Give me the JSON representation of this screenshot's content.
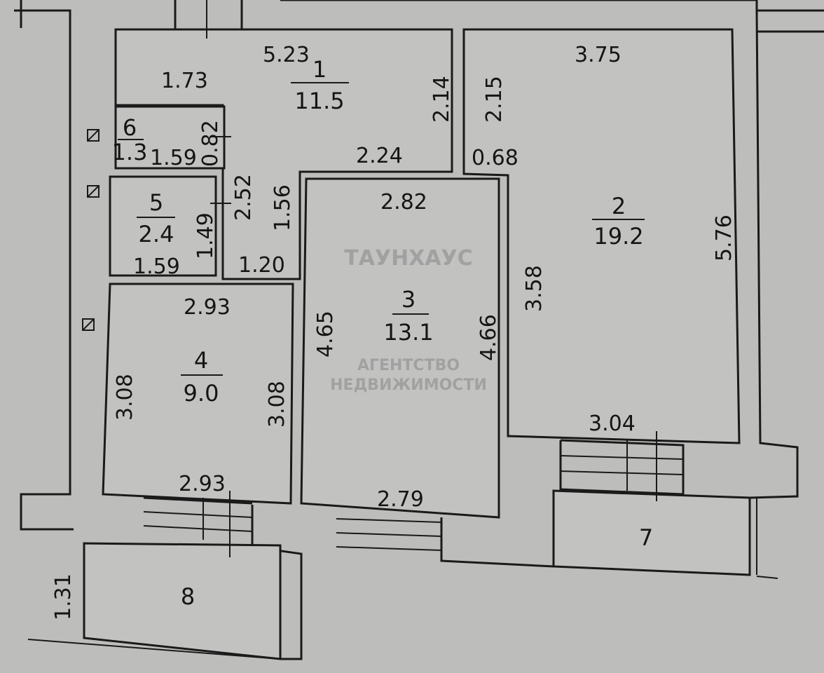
{
  "watermark": {
    "brand": "ТАУНХАУС",
    "line1": "АГЕНТСТВО",
    "line2": "НЕДВИЖИМОСТИ"
  },
  "rooms": [
    {
      "number": "1",
      "area": "11.5"
    },
    {
      "number": "2",
      "area": "19.2"
    },
    {
      "number": "3",
      "area": "13.1"
    },
    {
      "number": "4",
      "area": "9.0"
    },
    {
      "number": "5",
      "area": "2.4"
    },
    {
      "number": "6",
      "area": "1.3"
    },
    {
      "number": "7"
    },
    {
      "number": "8"
    }
  ],
  "dimensions": {
    "r1_top": "5.23",
    "r1_left": "1.73",
    "r1_right_a": "2.14",
    "r1_bottom": "2.24",
    "r1_inner_v": "2.52",
    "r1_corridor_v": "1.56",
    "r1_corridor_h": "1.20",
    "r2_top": "3.75",
    "r2_left_top": "2.15",
    "r2_notch": "0.68",
    "r2_left": "3.58",
    "r2_right": "5.76",
    "r2_bottom": "3.04",
    "r3_top": "2.82",
    "r3_left": "4.65",
    "r3_right": "4.66",
    "r3_bottom": "2.79",
    "r4_top": "2.93",
    "r4_left": "3.08",
    "r4_right": "3.08",
    "r4_bottom": "2.93",
    "r5_width": "1.59",
    "r5_height": "1.49",
    "r6_width": "1.59",
    "r6_height": "0.82",
    "b8_depth": "1.31"
  }
}
